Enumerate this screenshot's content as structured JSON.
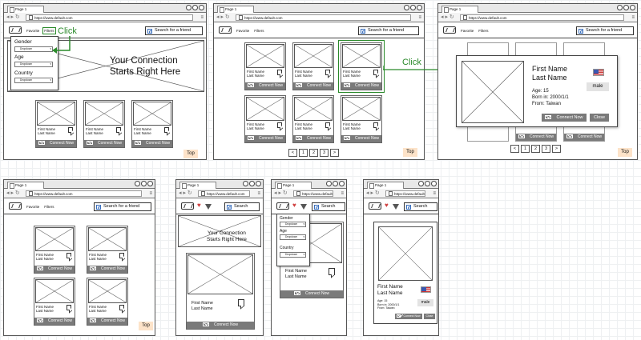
{
  "browser": {
    "tab_label": "Page 1",
    "url": "https://www.default.com",
    "nav_icons": "◂ ▸ ↻"
  },
  "nav": {
    "favorite": "Favorite",
    "filters": "Filters",
    "search_label": "Search for a friend",
    "search_short": "Search"
  },
  "hero": {
    "line1": "Your Connection",
    "line2": "Starts Right Here"
  },
  "filters": {
    "gender": "Gender",
    "age": "Age",
    "country": "Country",
    "dropdown": "Dropdown"
  },
  "card": {
    "first_name": "First Name",
    "last_name": "Last Name",
    "connect": "Connect Now"
  },
  "top_button": "Top",
  "pagination": [
    "<",
    "1",
    "2",
    "3",
    ">"
  ],
  "annotation": {
    "click": "Click"
  },
  "profile": {
    "first_name": "First Name",
    "last_name": "Last Name",
    "age": "Age: 15",
    "born": "Born in: 2000/1/1",
    "from": "From: Taiwan",
    "gender_badge": "male",
    "connect": "Connect Now",
    "close": "Close"
  },
  "colors": {
    "annotation": "#2a8a2a",
    "button": "#7a7a7a",
    "top": "#fde3c9",
    "search_icon": "#3a6fbd"
  }
}
